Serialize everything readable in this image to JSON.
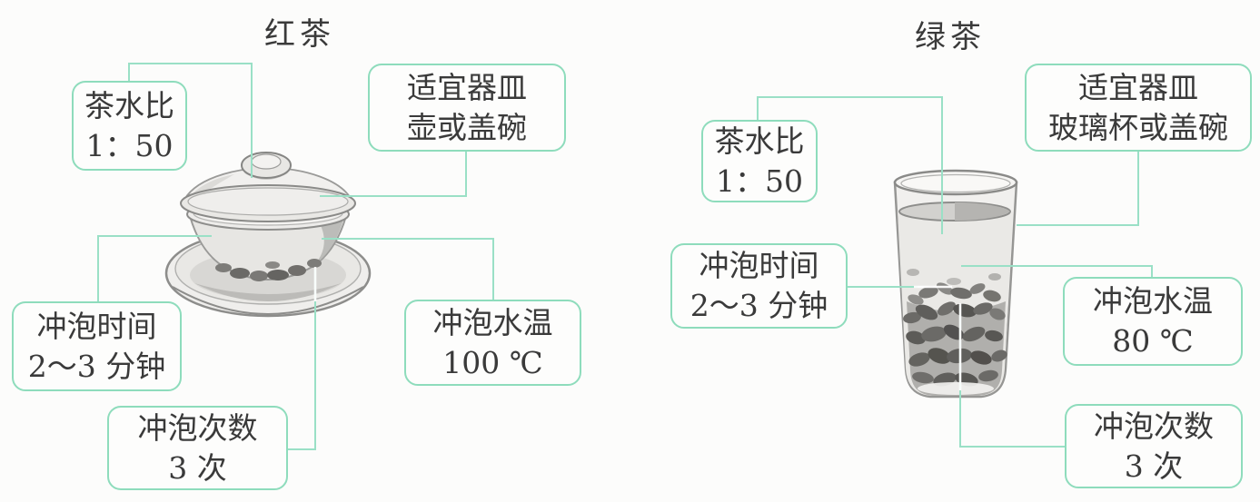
{
  "colors": {
    "background": "#fcfcfb",
    "text": "#3a3a3a",
    "accent_border": "#8edcbc",
    "accent_line": "#9ae0c6"
  },
  "panels": [
    {
      "title": "红茶",
      "illustration": "gaiwan-pencil-sketch",
      "labels": {
        "ratio": {
          "lines": [
            "茶水比",
            "1：50"
          ]
        },
        "vessel": {
          "lines": [
            "适宜器皿",
            "壶或盖碗"
          ]
        },
        "time": {
          "lines": [
            "冲泡时间",
            "2～3 分钟"
          ]
        },
        "temp": {
          "lines": [
            "冲泡水温",
            "100 ℃"
          ]
        },
        "count": {
          "lines": [
            "冲泡次数",
            "3 次"
          ]
        }
      }
    },
    {
      "title": "绿茶",
      "illustration": "glass-tumbler-pencil-sketch",
      "labels": {
        "ratio": {
          "lines": [
            "茶水比",
            "1：50"
          ]
        },
        "vessel": {
          "lines": [
            "适宜器皿",
            "玻璃杯或盖碗"
          ]
        },
        "time": {
          "lines": [
            "冲泡时间",
            "2～3 分钟"
          ]
        },
        "temp": {
          "lines": [
            "冲泡水温",
            "80 ℃"
          ]
        },
        "count": {
          "lines": [
            "冲泡次数",
            "3 次"
          ]
        }
      }
    }
  ]
}
